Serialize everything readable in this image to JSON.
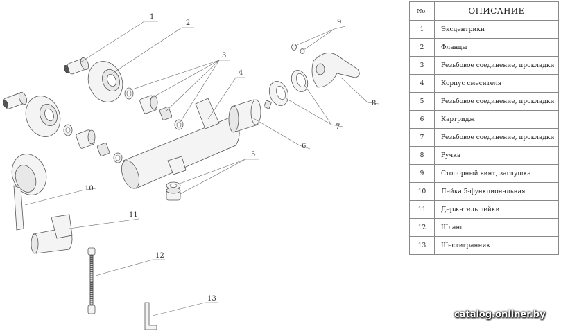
{
  "callouts": [
    "1",
    "2",
    "3",
    "4",
    "5",
    "6",
    "7",
    "8",
    "9",
    "10",
    "11",
    "12",
    "13"
  ],
  "table": {
    "header_no": "No.",
    "header_desc": "ОПИСАНИЕ",
    "rows": [
      {
        "no": "1",
        "desc": "Эксцентрики"
      },
      {
        "no": "2",
        "desc": "Фланцы"
      },
      {
        "no": "3",
        "desc": "Резьбовое соединение, прокладки"
      },
      {
        "no": "4",
        "desc": "Корпус смесителя"
      },
      {
        "no": "5",
        "desc": "Резьбовое соединение, прокладки"
      },
      {
        "no": "6",
        "desc": "Картридж"
      },
      {
        "no": "7",
        "desc": "Резьбовое соединение, прокладки"
      },
      {
        "no": "8",
        "desc": "Ручка"
      },
      {
        "no": "9",
        "desc": "Стопорный винт, заглушка"
      },
      {
        "no": "10",
        "desc": "Лейка 5-функциональная"
      },
      {
        "no": "11",
        "desc": "Держатель лейки"
      },
      {
        "no": "12",
        "desc": "Шланг"
      },
      {
        "no": "13",
        "desc": "Шестигранник"
      }
    ]
  },
  "watermark": "catalog.onliner.by"
}
